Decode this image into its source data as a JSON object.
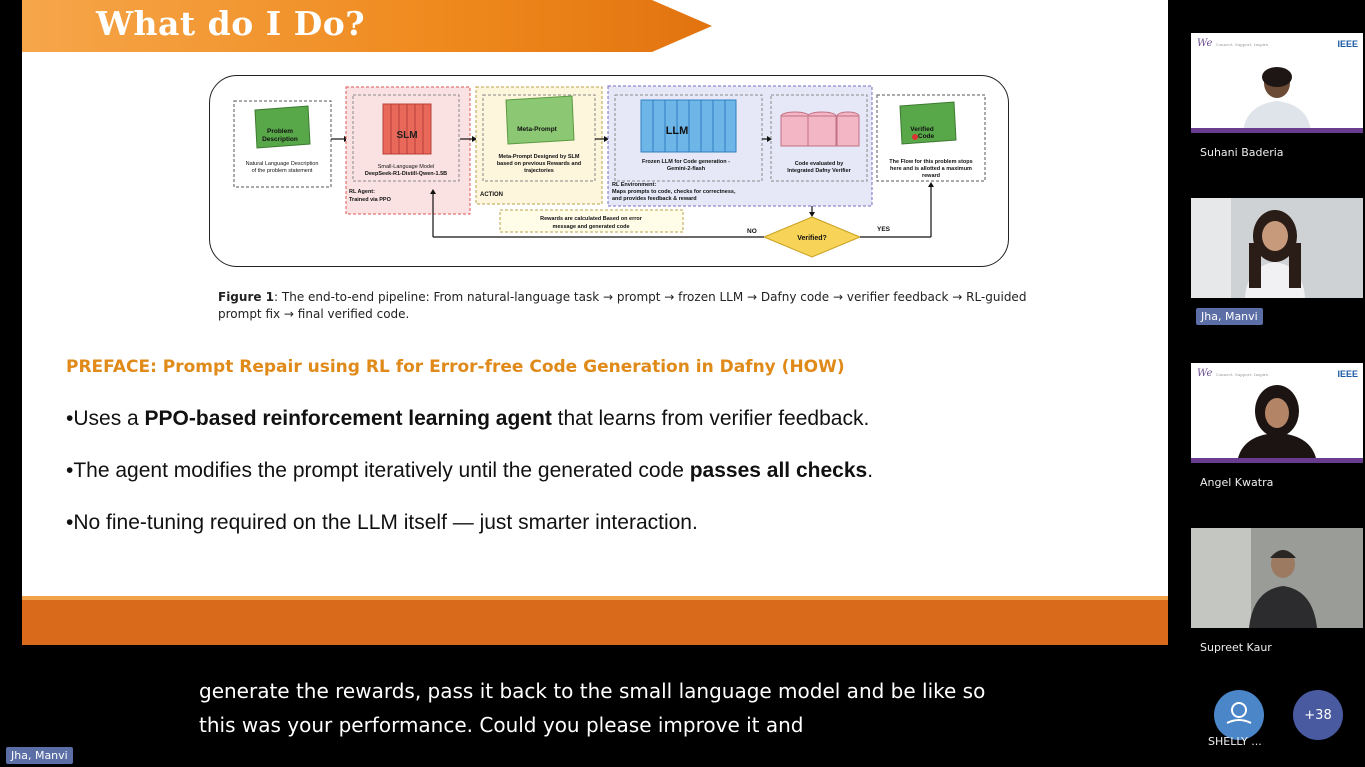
{
  "slide": {
    "title": "What do I Do?",
    "figure": {
      "boxes": {
        "problem_title_1": "Problem",
        "problem_title_2": "Description",
        "problem_desc_1": "Natural Language Description",
        "problem_desc_2": "of the problem statement",
        "slm_label": "SLM",
        "slm_desc_1": "Small-Language Model",
        "slm_desc_2": "DeepSeek-R1-Distill-Qwen-1.5B",
        "rl_agent_1": "RL Agent:",
        "rl_agent_2": "Trained via PPO",
        "meta_label": "Meta-Prompt",
        "meta_desc_1": "Meta-Prompt Designed by SLM",
        "meta_desc_2": "based on previous Rewards and",
        "meta_desc_3": "trajectories",
        "action": "ACTION",
        "llm_label": "LLM",
        "llm_desc_1": "Frozen LLM for Code generation -",
        "llm_desc_2": "Gemini-2-flash",
        "verifier_desc_1": "Code evaluated by",
        "verifier_desc_2": "Integrated Dafny Verifier",
        "env_1": "RL Environment:",
        "env_2": "Maps prompts to code, checks for correctness,",
        "env_3": "and provides feedback & reward",
        "verified_label_1": "Verified",
        "verified_label_2": "Code",
        "end_desc_1": "The Flow for this problem stops",
        "end_desc_2": "here and is allotted a maximum",
        "end_desc_3": "reward",
        "rewards_1": "Rewards are calculated Based on error",
        "rewards_2": "message and generated code",
        "no": "NO",
        "yes": "YES",
        "decision": "Verified?"
      }
    },
    "caption_label": "Figure 1",
    "caption_text": ": The end-to-end pipeline: From natural-language task → prompt → frozen LLM → Dafny code → verifier feedback → RL-guided prompt fix → final verified code.",
    "preface": "PREFACE: Prompt Repair using RL for Error-free Code Generation in Dafny (HOW)",
    "bullets": [
      {
        "pre": "•Uses a ",
        "bold": "PPO-based reinforcement learning agent",
        "post": " that learns from verifier feedback."
      },
      {
        "pre": "•The agent modifies the prompt iteratively until the generated code ",
        "bold": "passes all checks",
        "post": "."
      },
      {
        "pre": "•No fine-tuning required on the LLM itself — just smarter interaction.",
        "bold": "",
        "post": ""
      }
    ]
  },
  "subtitles": {
    "line1": "generate the rewards, pass it back to the small language model and be like so",
    "line2": "this was your performance. Could you please improve it and"
  },
  "speaker_tag": "Jha, Manvi",
  "participants": [
    {
      "name": "Suhani Baderia",
      "has_branding": true
    },
    {
      "name": "Jha, Manvi",
      "has_branding": false,
      "highlighted": true
    },
    {
      "name": "Angel Kwatra",
      "has_branding": true
    },
    {
      "name": "Supreet Kaur",
      "has_branding": false
    }
  ],
  "branding": {
    "logo_mark": "We",
    "logo_sub": "Connect. Support. Inspire.",
    "ieee": "IEEE"
  },
  "more_count": "+38",
  "avatar_name": "SHELLY ..."
}
